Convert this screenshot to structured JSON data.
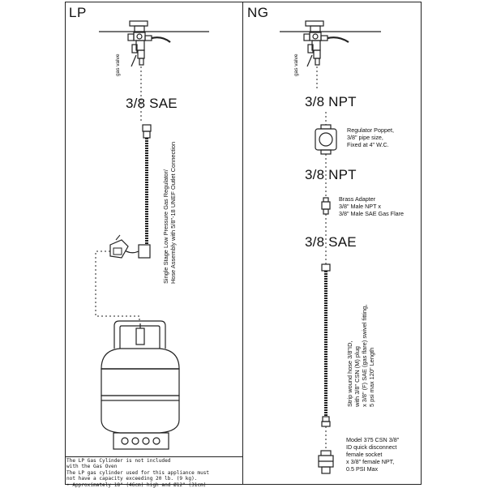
{
  "panels": {
    "lp": {
      "title": "LP",
      "gas_valve_label": "gas valve",
      "fitting_label": "3/8 SAE",
      "regulator_label": "Single Stage Low Pressure Gas Regulator/\nHose Assembly with 5/8\"-18 UNEF Outlet Connection",
      "notice": "The LP Gas Cylinder is not included\nwith the Gas Oven\nThe LP gas cylinder used for this appliance must\nnot have a capacity exceeding 20 lb. (9 kg).\n• Approximately 18\" (46cm) high and Ø12\" (31cm)"
    },
    "ng": {
      "title": "NG",
      "gas_valve_label": "gas valve",
      "fitting_1_label": "3/8 NPT",
      "regulator_poppet_label": "Regulator Poppet,\n3/8\" pipe size,\nFixed at 4\" W.C.",
      "fitting_2_label": "3/8 NPT",
      "brass_adapter_label": "Brass Adapter\n3/8\" Male NPT x\n3/8\" Male SAE Gas Flare",
      "fitting_3_label": "3/8 SAE",
      "hose_label": "Strip wound hose 3/8\"ID,\nwith 3/8\" CSN (M) plug\nx 3/8\" (F) SAE (gas flare) swivel fitting,\n5 psi max 120\" Length",
      "quick_disconnect_label": "Model 375 CSN 3/8\"\nID quick disconnect\nfemale socket\nx 3/8\" female NPT,\n0.5 PSI Max"
    }
  }
}
